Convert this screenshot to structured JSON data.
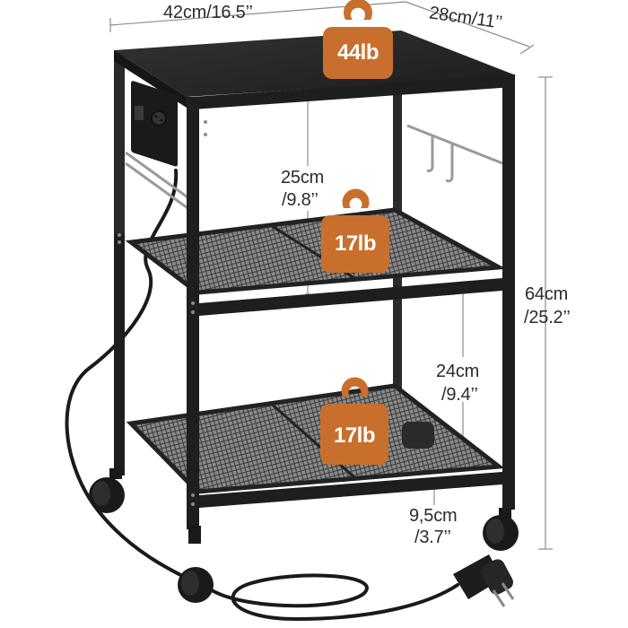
{
  "dimensions": {
    "width": "42cm/16.5’’",
    "depth": "28cm/11’’",
    "height_cm": "64cm",
    "height_in": "/25.2’’",
    "gap_top_cm": "25cm",
    "gap_top_in": "/9.8’’",
    "gap_mid_cm": "24cm",
    "gap_mid_in": "/9.4’’",
    "clearance_cm": "9,5cm",
    "clearance_in": "/3.7’’"
  },
  "loads": {
    "top": "44lb",
    "middle": "17lb",
    "bottom": "17lb"
  },
  "colors": {
    "frame": "#1e1e1e",
    "top_board": "#262626",
    "mesh": "#6e6e6e",
    "badge": "#c96f2e",
    "dimension_line": "#888888",
    "text": "#2b2b2b"
  }
}
